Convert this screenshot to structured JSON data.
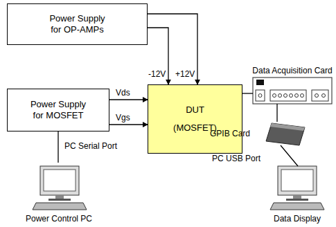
{
  "diagram": {
    "nodes": [
      {
        "text": [
          "Power Supply for OP-AMPs"
        ]
      },
      {
        "text": [
          "Power Supply for MOSFET"
        ]
      },
      {
        "text": [
          "DUT",
          "(MOSFET)"
        ]
      },
      {
        "text": [
          "Data Acquisition Card"
        ]
      },
      {
        "text": [
          "GPIB Card"
        ]
      },
      {
        "text": [
          "Power Control PC"
        ]
      },
      {
        "text": [
          "Data Display"
        ]
      }
    ],
    "edges": [
      {
        "from": 0,
        "to": 2,
        "label": "-12V",
        "arrow": "to"
      },
      {
        "from": 0,
        "to": 2,
        "label": "+12V",
        "arrow": "to"
      },
      {
        "from": 1,
        "to": 2,
        "label": "Vds",
        "arrow": "to"
      },
      {
        "from": 1,
        "to": 2,
        "label": "Vgs",
        "arrow": "to"
      },
      {
        "from": 1,
        "to": 5,
        "label": "PC Serial Port",
        "arrow": "none"
      },
      {
        "from": 2,
        "to": 3,
        "arrow": "none"
      },
      {
        "from": 3,
        "to": 4,
        "arrow": "none"
      },
      {
        "from": 4,
        "to": 6,
        "label": "PC USB Port",
        "arrow": "none"
      }
    ]
  }
}
